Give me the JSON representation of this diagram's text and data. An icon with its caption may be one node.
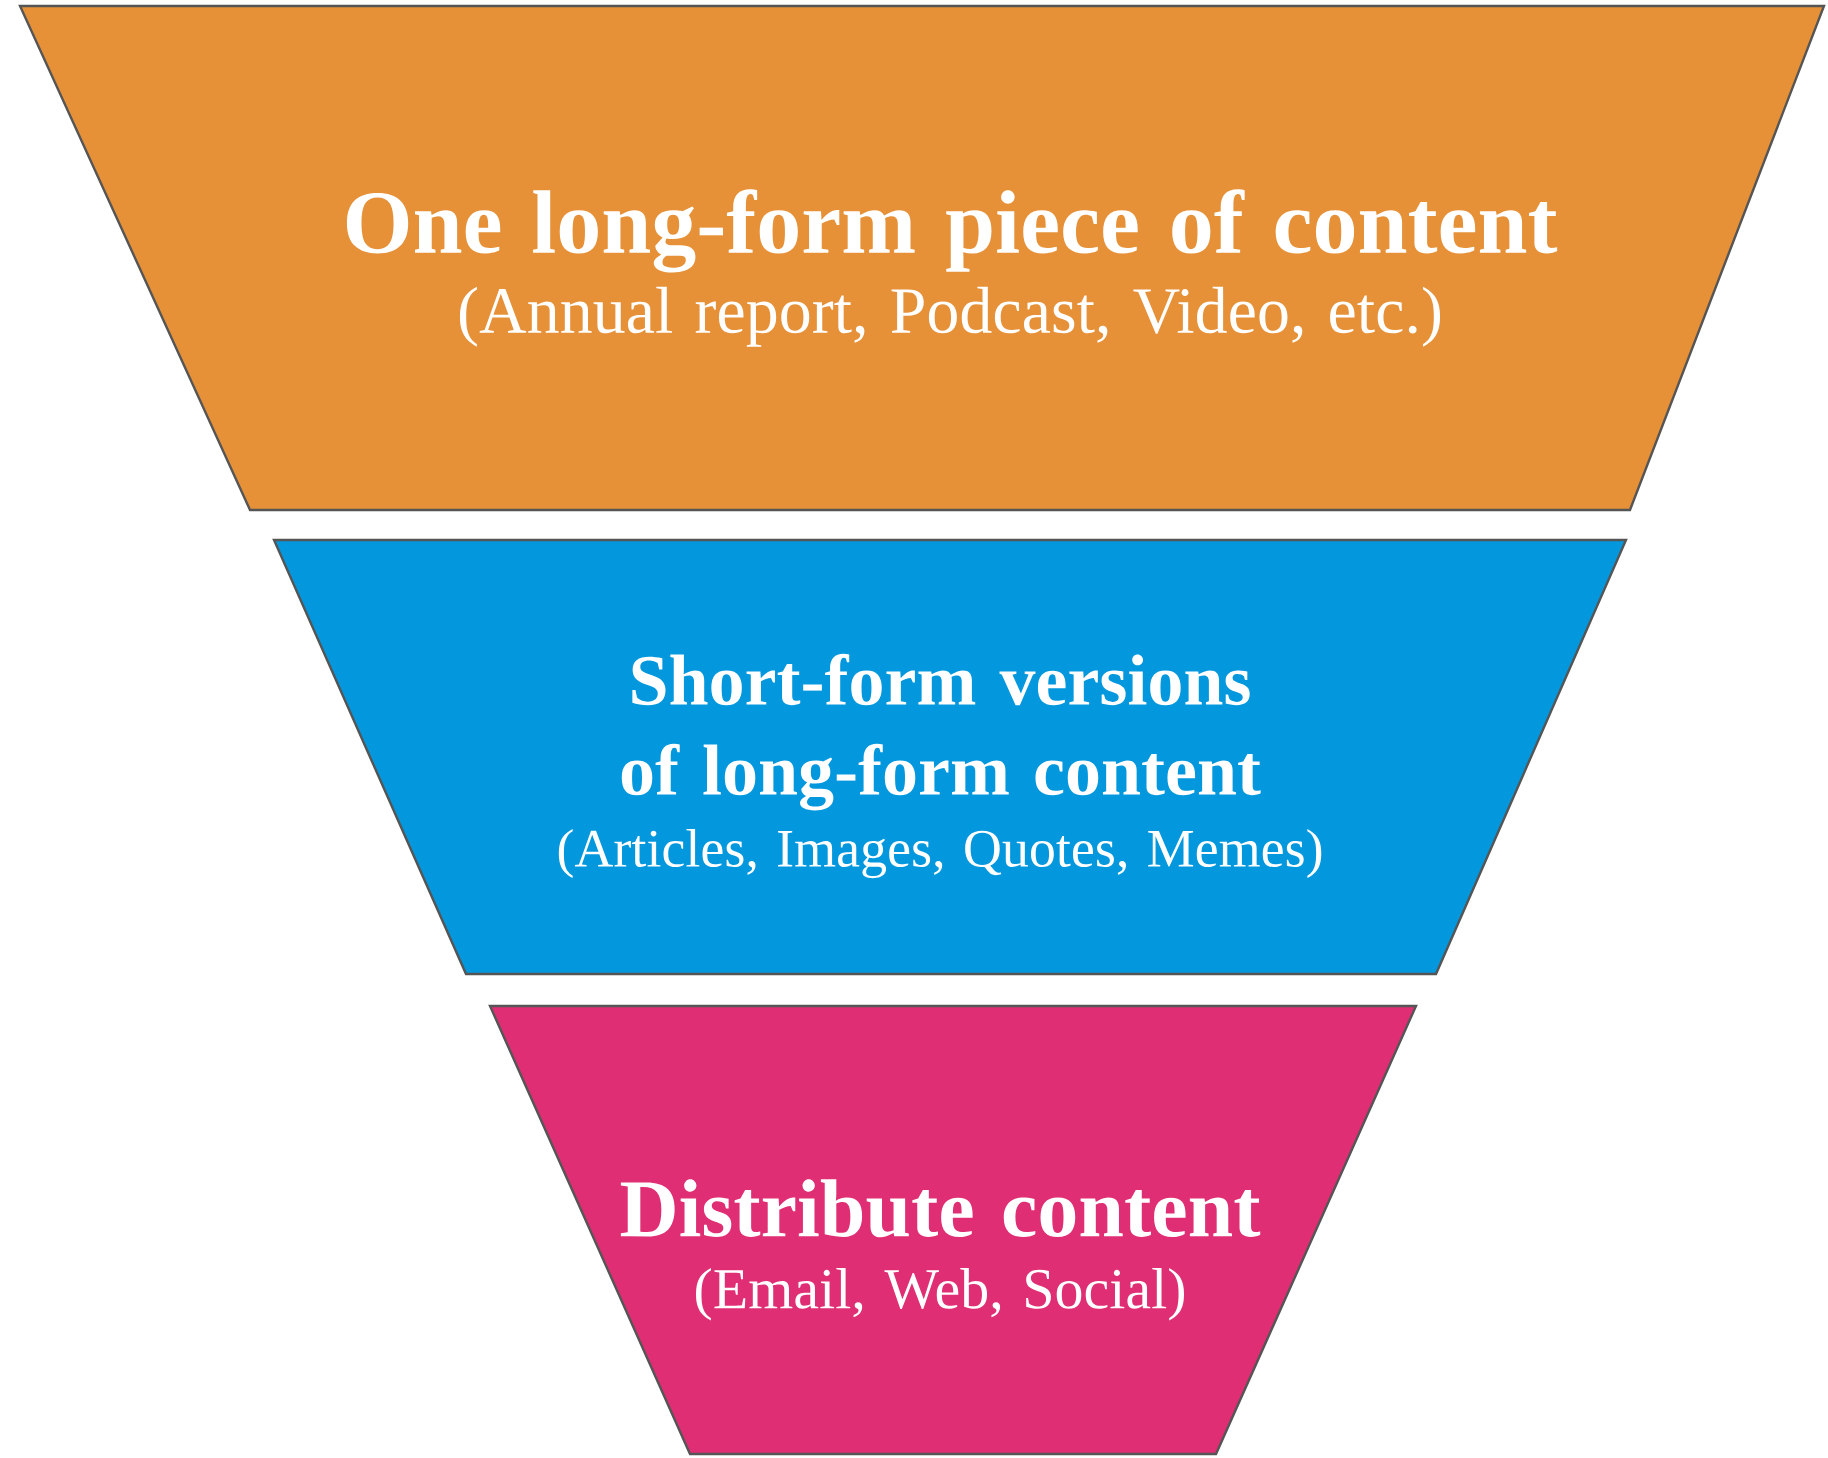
{
  "diagram": {
    "nodes": [
      {
        "text": [
          "One long-form piece of content",
          "(Annual report, Podcast, Video, etc.)"
        ]
      },
      {
        "text": [
          "Short-form versions of long-form content",
          "(Articles, Images, Quotes, Memes)"
        ]
      },
      {
        "text": [
          "Distribute content",
          "(Email, Web, Social)"
        ]
      }
    ]
  }
}
